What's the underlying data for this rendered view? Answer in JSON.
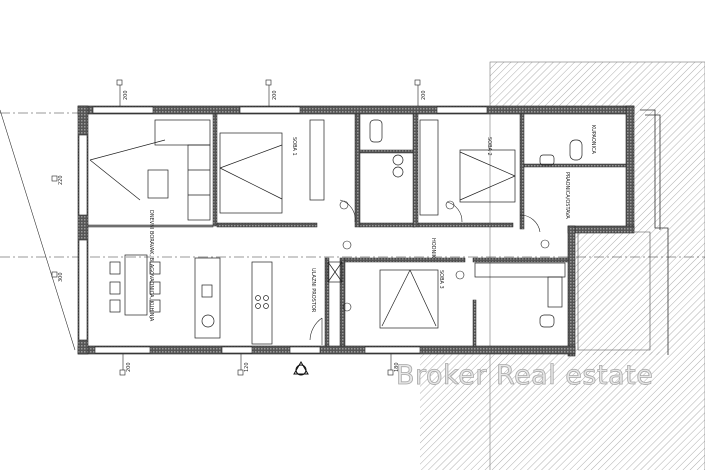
{
  "plan": {
    "rooms": [
      {
        "id": "living",
        "label": "DNEVNI BORAVAK, BLAGOVAONICA, KUHINJA"
      },
      {
        "id": "room1",
        "label": "SOBA 1"
      },
      {
        "id": "room2",
        "label": "SOBA 2"
      },
      {
        "id": "room3",
        "label": "SOBA 3"
      },
      {
        "id": "bath",
        "label": "KUPAONICA"
      },
      {
        "id": "laundry",
        "label": "PRAONICA/OSTAVA"
      },
      {
        "id": "entrance",
        "label": "ULAZNI PROSTOR"
      },
      {
        "id": "hall",
        "label": "HODNIK"
      }
    ],
    "window_tags": [
      "200",
      "200",
      "200",
      "200",
      "220",
      "300",
      "120",
      "180"
    ],
    "colors": {
      "wall": "#3a3a3a",
      "line": "#111111",
      "hatch": "#9a9a9a"
    }
  },
  "watermark": "Broker Real estate"
}
